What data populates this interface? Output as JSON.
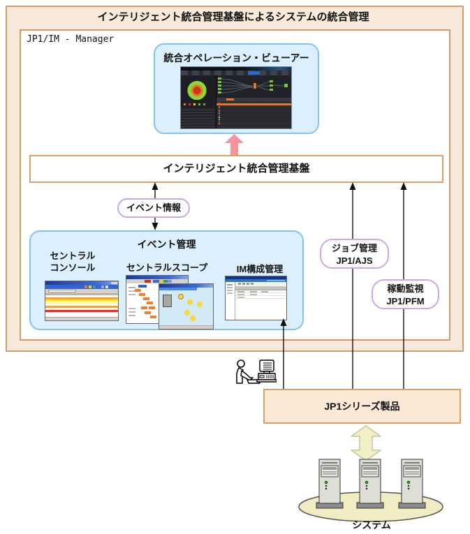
{
  "diagram": {
    "outer_title": "インテリジェント統合管理基盤によるシステムの統合管理",
    "manager_label": "JP1/IM - Manager",
    "viewer": {
      "label": "統合オペレーション・ビューアー"
    },
    "platform_bar": {
      "label": "インテリジェント統合管理基盤"
    },
    "event_info_badge": {
      "label": "イベント情報"
    },
    "event_management": {
      "label": "イベント管理",
      "components": {
        "console": {
          "line1": "セントラル",
          "line2": "コンソール"
        },
        "scope": {
          "label": "セントラルスコープ"
        },
        "im": {
          "label": "IM構成管理"
        }
      }
    },
    "badges": {
      "job": {
        "line1": "ジョブ管理",
        "line2": "JP1/AJS"
      },
      "perf": {
        "line1": "稼動監視",
        "line2": "JP1/PFM"
      }
    },
    "jp1_series": {
      "label": "JP1シリーズ製品"
    },
    "system": {
      "label": "システム"
    },
    "colors": {
      "tan_border": "#D49B6A",
      "peach_fill": "#F8E9DA",
      "blue_border": "#85C2EE",
      "blue_fill": "#DCEFFC",
      "purple_border": "#CBA7E6",
      "pink_arrow": "#F4949E",
      "block_arrow_fill": "#F3F0C8",
      "ellipse_fill": "#F1ECC2"
    }
  }
}
